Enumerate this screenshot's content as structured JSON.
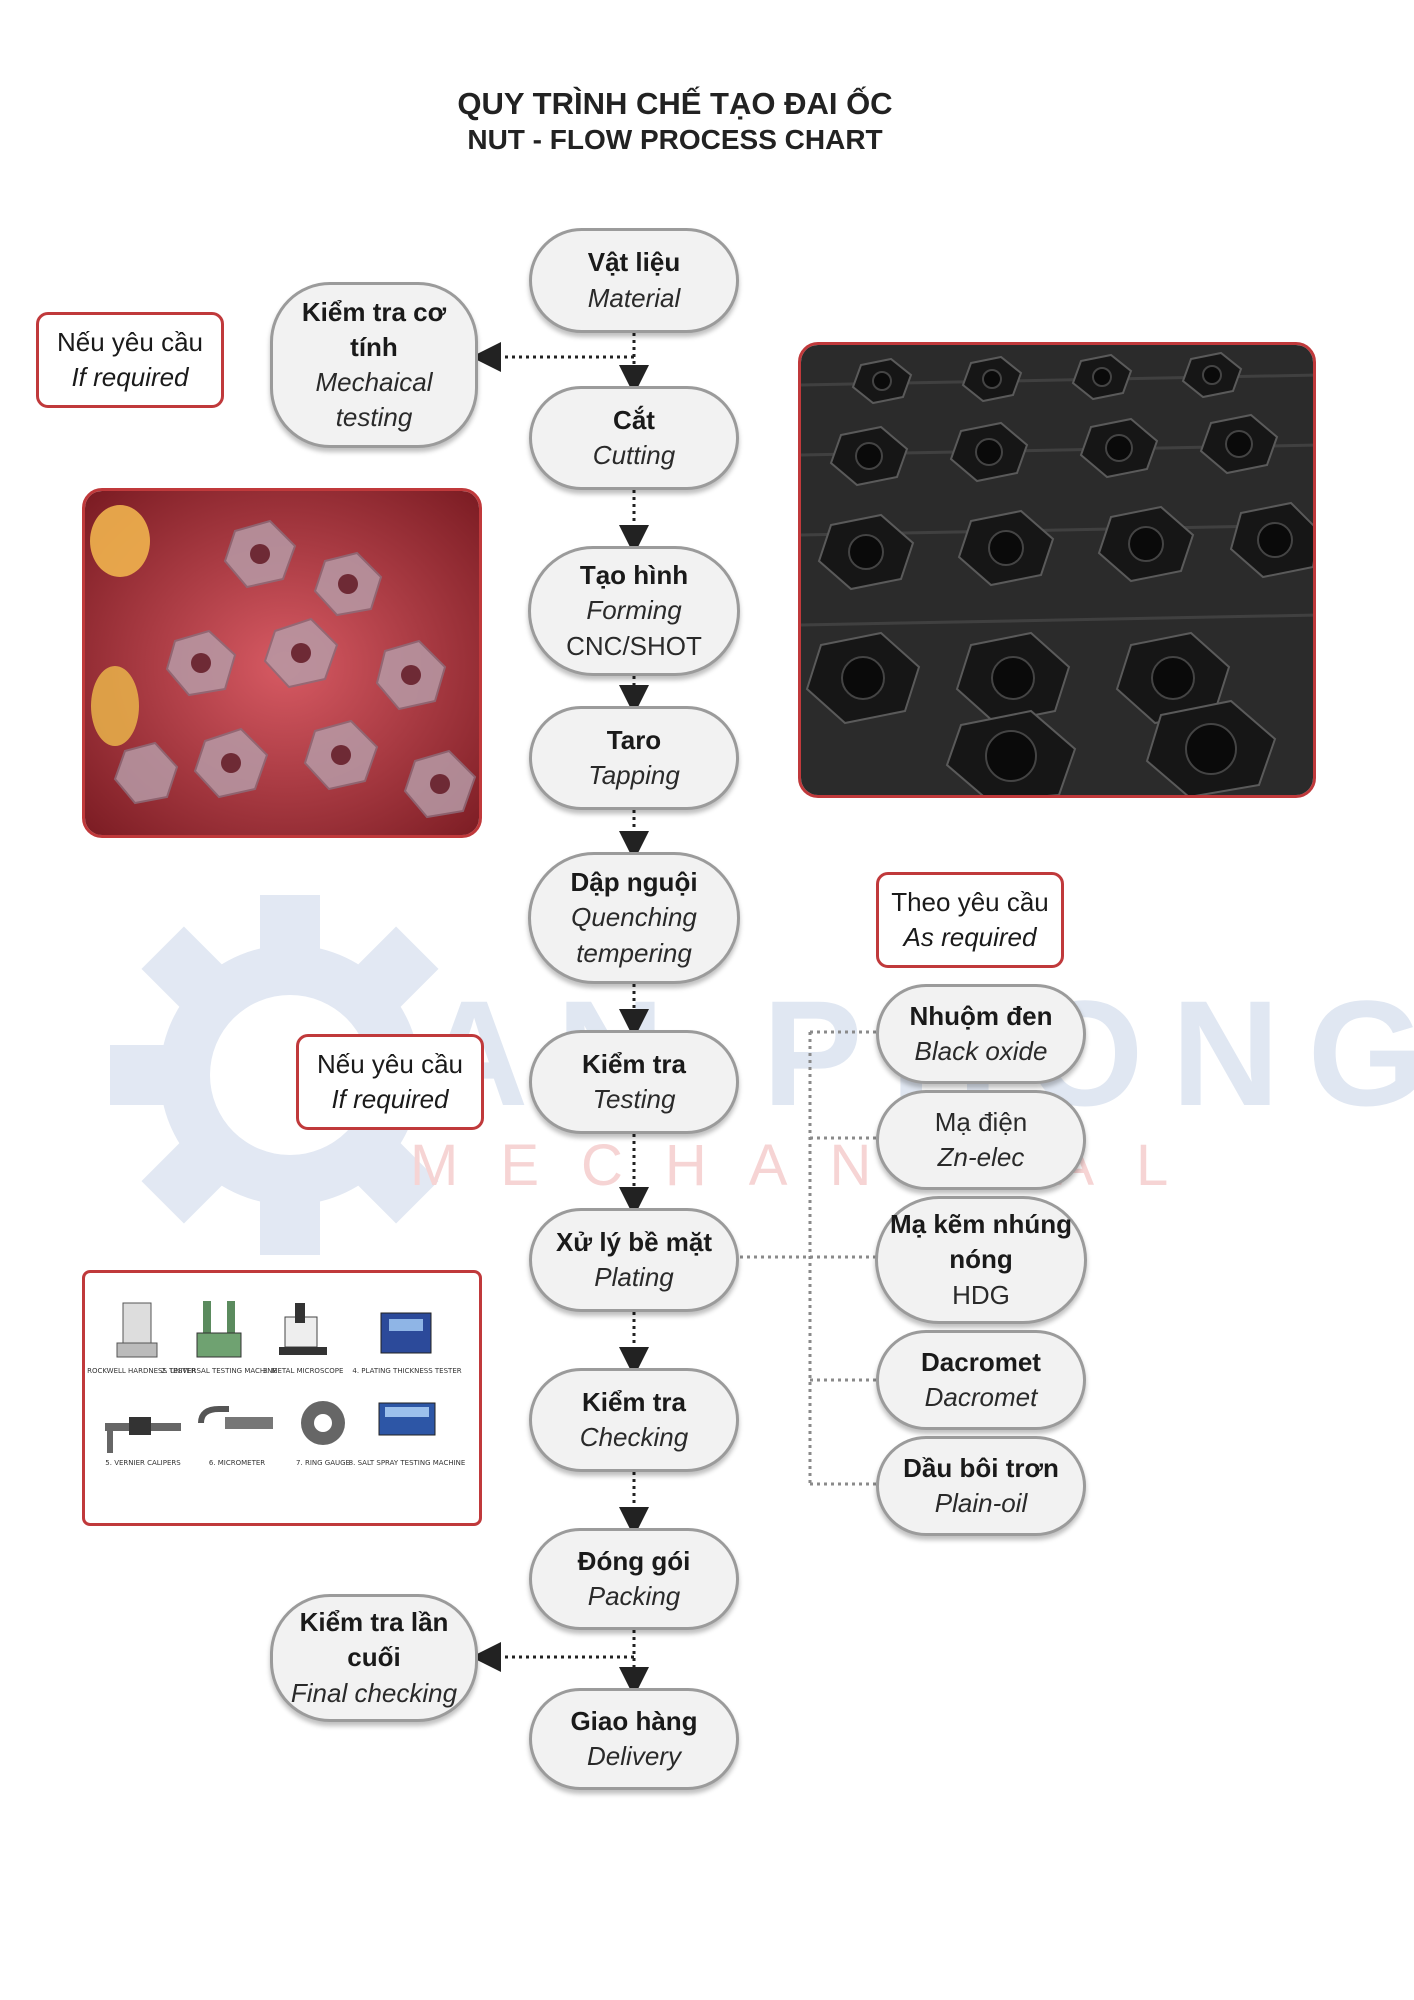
{
  "title": {
    "line1": "QUY TRÌNH CHẾ TẠO ĐAI ỐC",
    "line2": "NUT - FLOW PROCESS CHART"
  },
  "watermark": {
    "brand": "AN PHONG",
    "sub": "MECHANICAL"
  },
  "colors": {
    "accent": "#c0393b",
    "node_fill": "#f2f2f2",
    "node_border": "#9b9b9b",
    "watermark": "#dfe6f2"
  },
  "main_steps": [
    {
      "vi": "Vật liệu",
      "en": "Material"
    },
    {
      "vi": "Cắt",
      "en": "Cutting"
    },
    {
      "vi": "Tạo hình",
      "en": "Forming",
      "en2": "CNC/SHOT"
    },
    {
      "vi": "Taro",
      "en": "Tapping"
    },
    {
      "vi": "Dập nguội",
      "en": "Quenching",
      "en2": "tempering"
    },
    {
      "vi": "Kiểm tra",
      "en": "Testing"
    },
    {
      "vi": "Xử lý bề mặt",
      "en": "Plating"
    },
    {
      "vi": "Kiểm tra",
      "en": "Checking"
    },
    {
      "vi": "Đóng gói",
      "en": "Packing"
    },
    {
      "vi": "Giao hàng",
      "en": "Delivery"
    }
  ],
  "side_checks": [
    {
      "vi": "Kiểm tra cơ tính",
      "en": "Mechaical testing"
    },
    {
      "vi": "Kiểm tra lần cuối",
      "en": "Final checking"
    }
  ],
  "notes": [
    {
      "vi": "Nếu yêu cầu",
      "en": "If required"
    },
    {
      "vi": "Nếu yêu cầu",
      "en": "If required"
    },
    {
      "vi": "Theo yêu cầu",
      "en": "As required"
    }
  ],
  "surface_options": [
    {
      "vi": "Nhuộm đen",
      "en": "Black oxide"
    },
    {
      "vi": "Mạ điện",
      "en": "Zn-elec"
    },
    {
      "vi": "Mạ kẽm nhúng nóng",
      "en": "HDG"
    },
    {
      "vi": "Dacromet",
      "en": "Dacromet"
    },
    {
      "vi": "Dầu bôi trơn",
      "en": "Plain-oil"
    }
  ],
  "instruments": [
    "1. ROCKWELL HARDNESS TESTER",
    "2. UNIVERSAL TESTING MACHINE",
    "3. METAL MICROSCOPE",
    "4. PLATING THICKNESS TESTER",
    "5. VERNIER CALIPERS",
    "6. MICROMETER",
    "7. RING GAUGE",
    "8. SALT SPRAY TESTING MACHINE"
  ]
}
